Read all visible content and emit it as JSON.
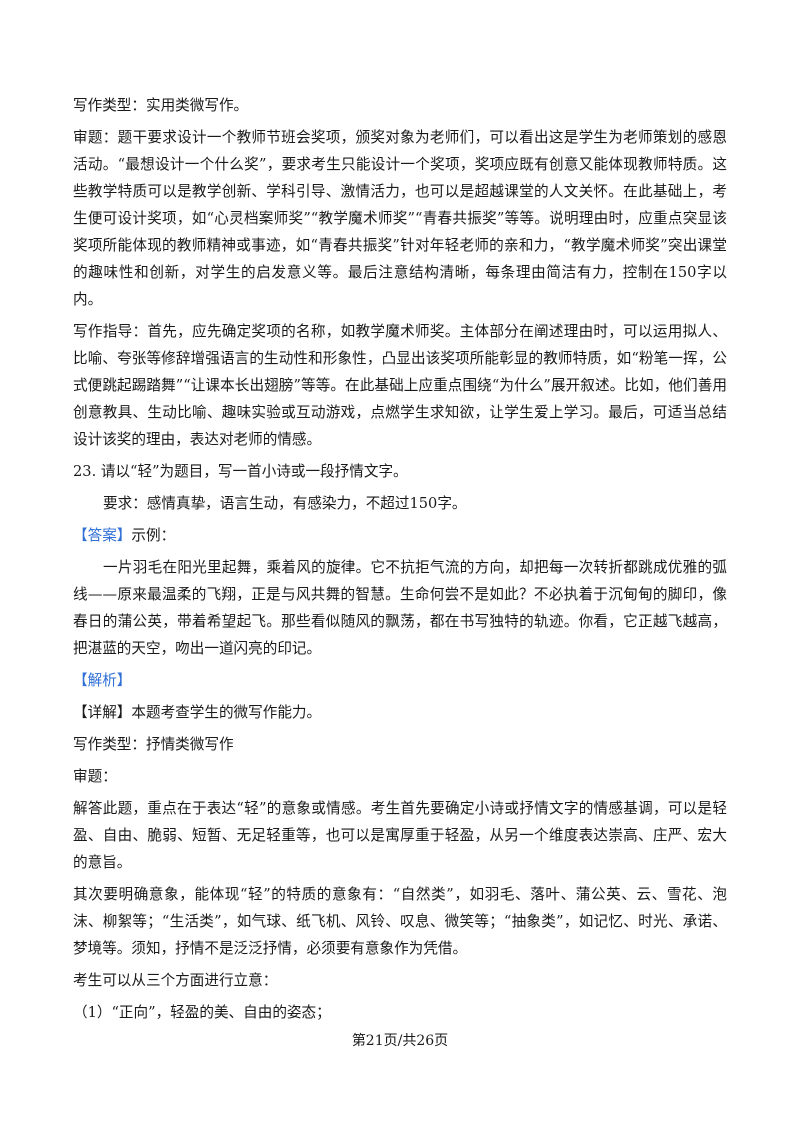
{
  "blocks": [
    {
      "type": "para",
      "text": "写作类型：实用类微写作。"
    },
    {
      "type": "para",
      "text": "审题：题干要求设计一个教师节班会奖项，颁奖对象为老师们，可以看出这是学生为老师策划的感恩活动。“最想设计一个什么奖”，要求考生只能设计一个奖项，奖项应既有创意又能体现教师特质。这些教学特质可以是教学创新、学科引导、激情活力，也可以是超越课堂的人文关怀。在此基础上，考生便可设计奖项，如“心灵档案师奖”“教学魔术师奖”“青春共振奖”等等。说明理由时，应重点突显该奖项所能体现的教师精神或事迹，如“青春共振奖”针对年轻老师的亲和力，“教学魔术师奖”突出课堂的趣味性和创新，对学生的启发意义等。最后注意结构清晰，每条理由简洁有力，控制在150字以内。"
    },
    {
      "type": "para",
      "text": "写作指导：首先，应先确定奖项的名称，如教学魔术师奖。主体部分在阐述理由时，可以运用拟人、比喻、夸张等修辞增强语言的生动性和形象性，凸显出该奖项所能彰显的教师特质，如“粉笔一挥，公式便跳起踢踏舞”“让课本长出翅膀”等等。在此基础上应重点围绕“为什么”展开叙述。比如，他们善用创意教具、生动比喻、趣味实验或互动游戏，点燃学生求知欲，让学生爱上学习。最后，可适当总结设计该奖的理由，表达对老师的情感。"
    },
    {
      "type": "para",
      "text": "23. 请以“轻”为题目，写一首小诗或一段抒情文字。"
    },
    {
      "type": "indent",
      "text": "要求：感情真挚，语言生动，有感染力，不超过150字。"
    },
    {
      "type": "label",
      "label": "【答案】",
      "text": "示例："
    },
    {
      "type": "indent",
      "text": "一片羽毛在阳光里起舞，乘着风的旋律。它不抗拒气流的方向，却把每一次转折都跳成优雅的弧线——原来最温柔的飞翔，正是与风共舞的智慧。生命何尝不是如此？不必执着于沉甸甸的脚印，像春日的蒲公英，带着希望起飞。那些看似随风的飘荡，都在书写独特的轨迹。你看，它正越飞越高，把湛蓝的天空，吻出一道闪亮的印记。"
    },
    {
      "type": "label",
      "label": "【解析】",
      "text": ""
    },
    {
      "type": "para",
      "text": "【详解】本题考查学生的微写作能力。"
    },
    {
      "type": "para",
      "text": "写作类型：抒情类微写作"
    },
    {
      "type": "para",
      "text": "审题："
    },
    {
      "type": "para",
      "text": "解答此题，重点在于表达“轻”的意象或情感。考生首先要确定小诗或抒情文字的情感基调，可以是轻盈、自由、脆弱、短暂、无足轻重等，也可以是寓厚重于轻盈，从另一个维度表达崇高、庄严、宏大的意旨。"
    },
    {
      "type": "para",
      "text": "其次要明确意象，能体现“轻”的特质的意象有：“自然类”，如羽毛、落叶、蒲公英、云、雪花、泡沫、柳絮等；“生活类”，如气球、纸飞机、风铃、叹息、微笑等；“抽象类”，如记忆、时光、承诺、梦境等。须知，抒情不是泛泛抒情，必须要有意象作为凭借。"
    },
    {
      "type": "para",
      "text": "考生可以从三个方面进行立意："
    },
    {
      "type": "para",
      "text": "（1）“正向”，轻盈的美、自由的姿态；"
    }
  ],
  "footer": "第21页/共26页"
}
